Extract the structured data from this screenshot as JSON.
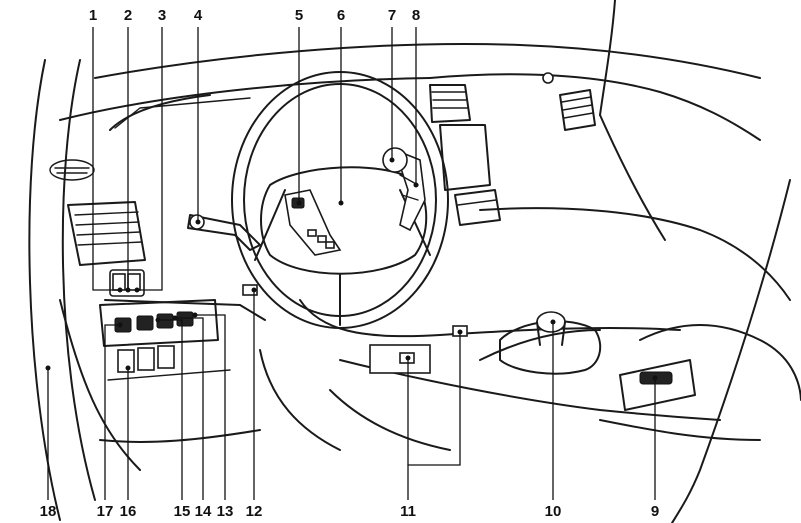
{
  "callouts": [
    {
      "id": 1,
      "label": "1"
    },
    {
      "id": 2,
      "label": "2"
    },
    {
      "id": 3,
      "label": "3"
    },
    {
      "id": 4,
      "label": "4"
    },
    {
      "id": 5,
      "label": "5"
    },
    {
      "id": 6,
      "label": "6"
    },
    {
      "id": 7,
      "label": "7"
    },
    {
      "id": 8,
      "label": "8"
    },
    {
      "id": 9,
      "label": "9"
    },
    {
      "id": 10,
      "label": "10"
    },
    {
      "id": 11,
      "label": "11"
    },
    {
      "id": 12,
      "label": "12"
    },
    {
      "id": 13,
      "label": "13"
    },
    {
      "id": 14,
      "label": "14"
    },
    {
      "id": 15,
      "label": "15"
    },
    {
      "id": 16,
      "label": "16"
    },
    {
      "id": 17,
      "label": "17"
    },
    {
      "id": 18,
      "label": "18"
    }
  ],
  "colors": {
    "line": "#1a1a1a",
    "background": "#ffffff"
  }
}
